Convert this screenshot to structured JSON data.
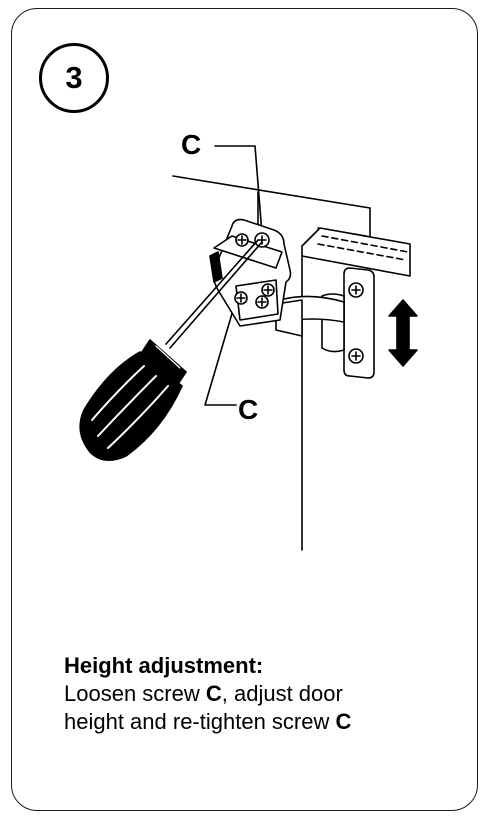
{
  "step": {
    "number": "3"
  },
  "illustration": {
    "label_top": "C",
    "label_bottom": "C"
  },
  "caption": {
    "title": "Height adjustment:",
    "line1_pre": "Loosen screw ",
    "screw": "C",
    "line1_post": ", adjust door",
    "line2_pre": "height and re-tighten screw ",
    "screw2": "C"
  },
  "colors": {
    "ink": "#000000",
    "paper": "#ffffff",
    "border": "#1a1a1a"
  }
}
